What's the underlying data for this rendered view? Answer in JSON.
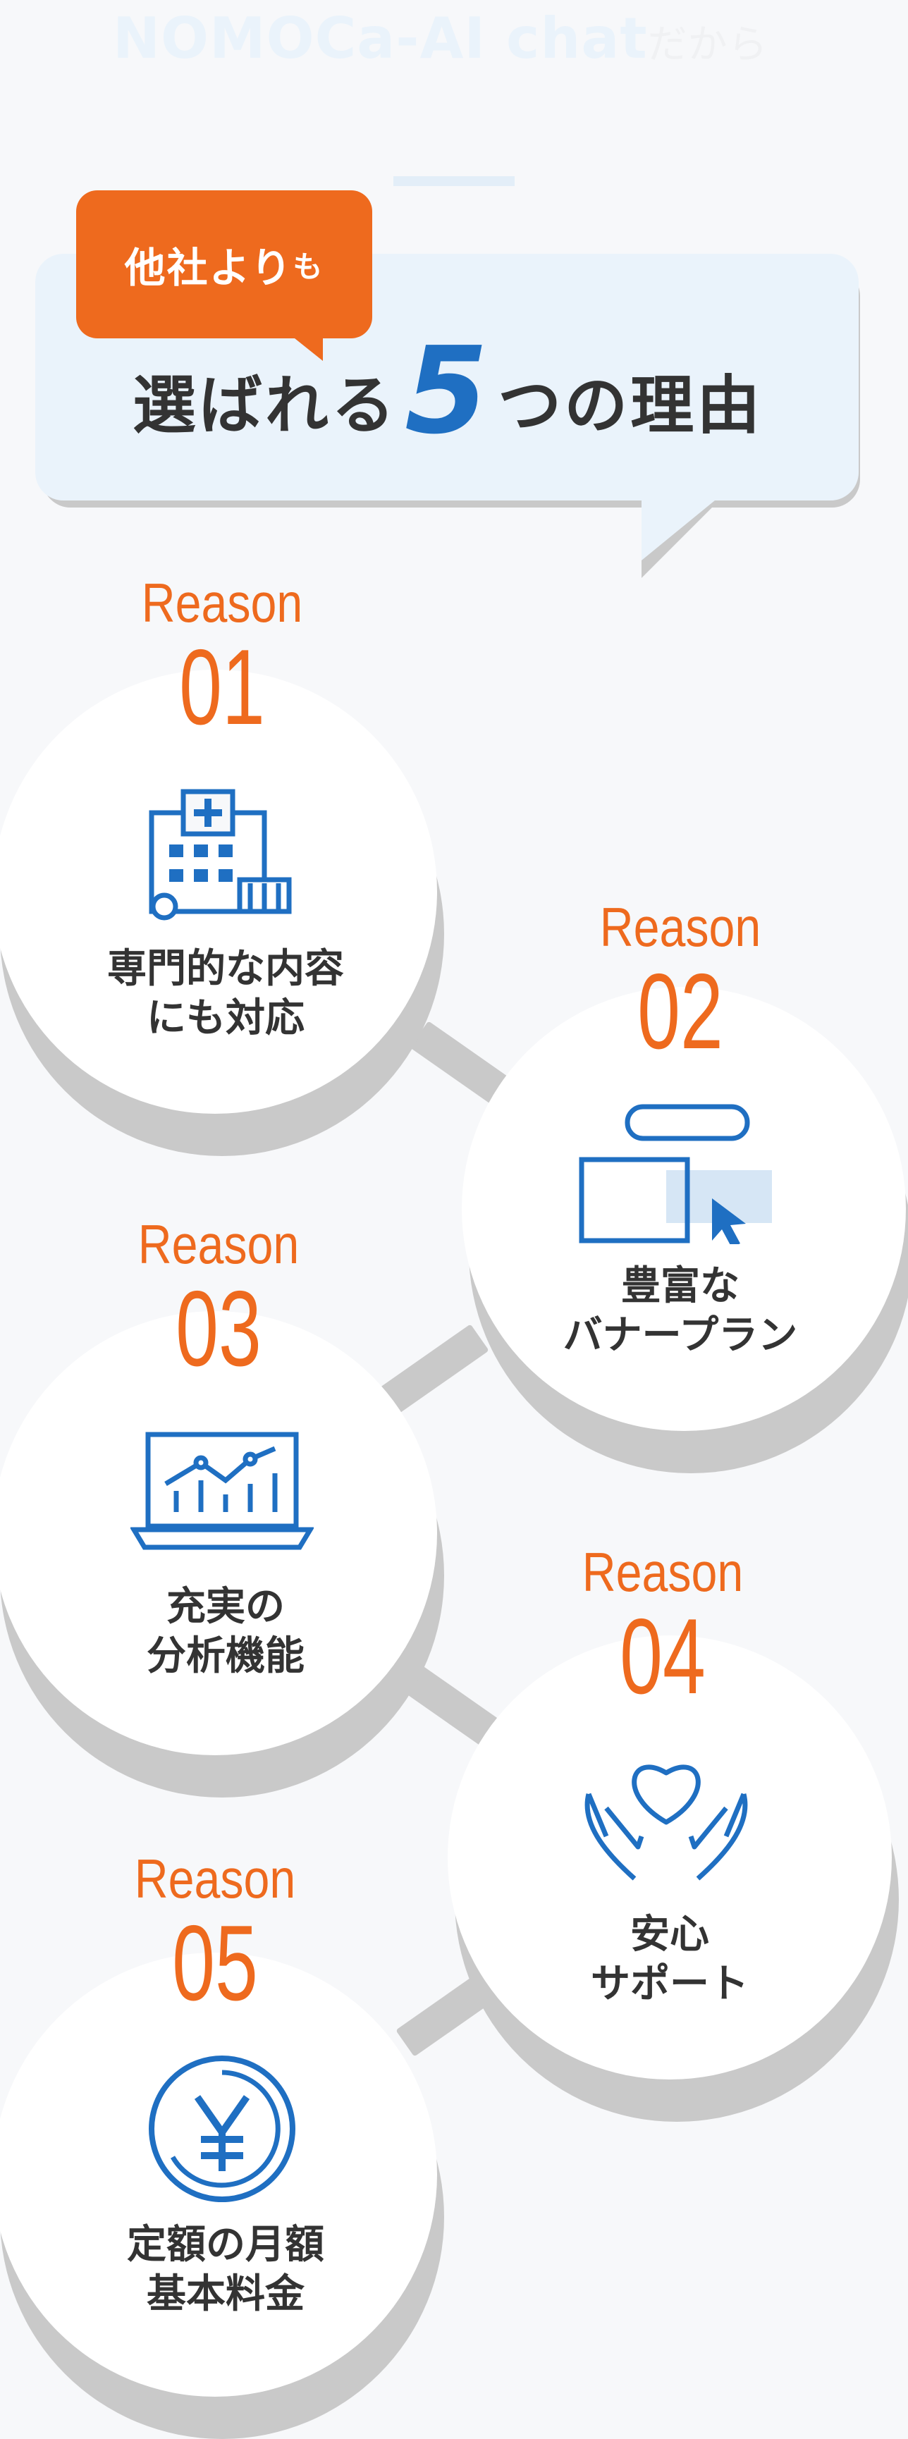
{
  "header": {
    "watermark_main": "NOMOCa-AI chat",
    "watermark_sub": "だから"
  },
  "banner": {
    "tag": "他社より",
    "tag_small": "も",
    "headline_pre": "選ばれる",
    "headline_num": "5",
    "headline_post": "つの理由"
  },
  "reasons": [
    {
      "label": "Reason",
      "number": "01",
      "line1": "専門的な内容",
      "line2": "にも対応",
      "icon": "hospital-icon"
    },
    {
      "label": "Reason",
      "number": "02",
      "line1": "豊富な",
      "line2": "バナープラン",
      "icon": "banner-cursor-icon"
    },
    {
      "label": "Reason",
      "number": "03",
      "line1": "充実の",
      "line2": "分析機能",
      "icon": "analytics-laptop-icon"
    },
    {
      "label": "Reason",
      "number": "04",
      "line1": "安心",
      "line2": "サポート",
      "icon": "heart-hands-icon"
    },
    {
      "label": "Reason",
      "number": "05",
      "line1": "定額の月額",
      "line2": "基本料金",
      "icon": "yen-coin-icon"
    }
  ],
  "colors": {
    "accent": "#ee6a1e",
    "brand_blue": "#1f6fc2",
    "banner_bg": "#eaf3fb",
    "shadow": "#c9c9c9"
  }
}
